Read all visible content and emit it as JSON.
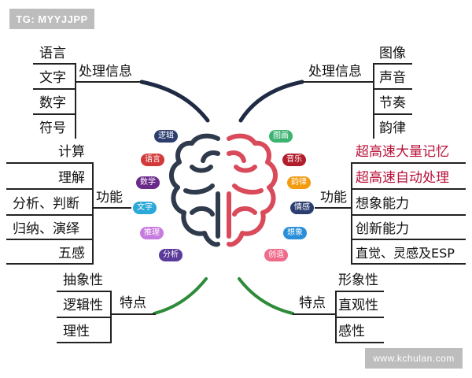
{
  "watermarks": {
    "top_left": "TG: MYYJJPP",
    "bottom_right": "www.kchulan.com"
  },
  "left": {
    "process_label": "处理信息",
    "process_items": [
      "语言",
      "文字",
      "数字",
      "符号"
    ],
    "function_label": "功能",
    "function_items": [
      "计算",
      "理解",
      "分析、判断",
      "归纳、演绎",
      "五感"
    ],
    "trait_label": "特点",
    "trait_items": [
      "抽象性",
      "逻辑性",
      "理性"
    ]
  },
  "right": {
    "process_label": "处理信息",
    "process_items": [
      "图像",
      "声音",
      "节奏",
      "韵律"
    ],
    "function_label": "功能",
    "function_items": [
      "超高速大量记忆",
      "超高速自动处理",
      "想象能力",
      "创新能力",
      "直觉、灵感及ESP"
    ],
    "trait_label": "特点",
    "trait_items": [
      "形象性",
      "直观性",
      "感性"
    ]
  },
  "brain": {
    "left_bubbles": [
      {
        "label": "逻辑",
        "color": "#2c3e70"
      },
      {
        "label": "语言",
        "color": "#d23a3a"
      },
      {
        "label": "数学",
        "color": "#6a2a8a"
      },
      {
        "label": "文字",
        "color": "#2aa8d8"
      },
      {
        "label": "推理",
        "color": "#c77adf"
      },
      {
        "label": "分析",
        "color": "#5b3a9a"
      }
    ],
    "right_bubbles": [
      {
        "label": "图画",
        "color": "#3cb371"
      },
      {
        "label": "音乐",
        "color": "#b11d2c"
      },
      {
        "label": "韵律",
        "color": "#f39c12"
      },
      {
        "label": "情感",
        "color": "#2c3e70"
      },
      {
        "label": "想象",
        "color": "#2a8fd8"
      },
      {
        "label": "创造",
        "color": "#f06a8a"
      }
    ],
    "left_color": "#2f3b4c",
    "right_color": "#d94a5a"
  },
  "colors": {
    "curve_top": "#1f2b44",
    "curve_bottom": "#2e8b3a",
    "highlight": "#b8123a"
  }
}
